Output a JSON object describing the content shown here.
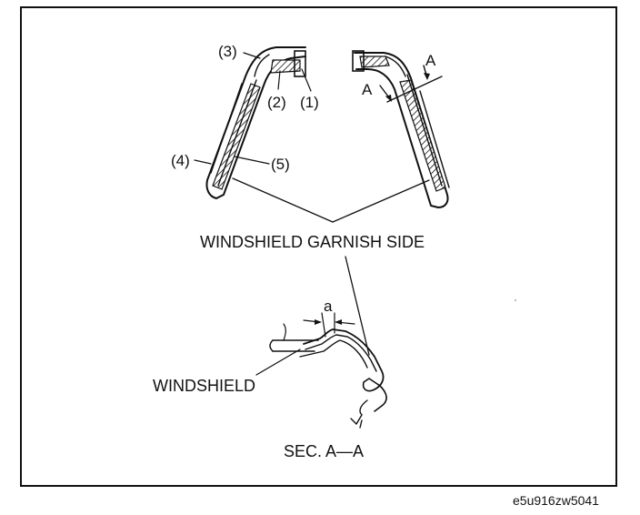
{
  "labels": {
    "part_3": "(3)",
    "part_2": "(2)",
    "part_1": "(1)",
    "part_4": "(4)",
    "part_5": "(5)",
    "section_mark_a_upper": "A",
    "section_mark_a_lower": "A",
    "windshield_garnish_side": "WINDSHIELD GARNISH SIDE",
    "gap_a": "a",
    "windshield": "WINDSHIELD",
    "section": "SEC. A—A",
    "figure_code": "e5u916zw5041"
  }
}
